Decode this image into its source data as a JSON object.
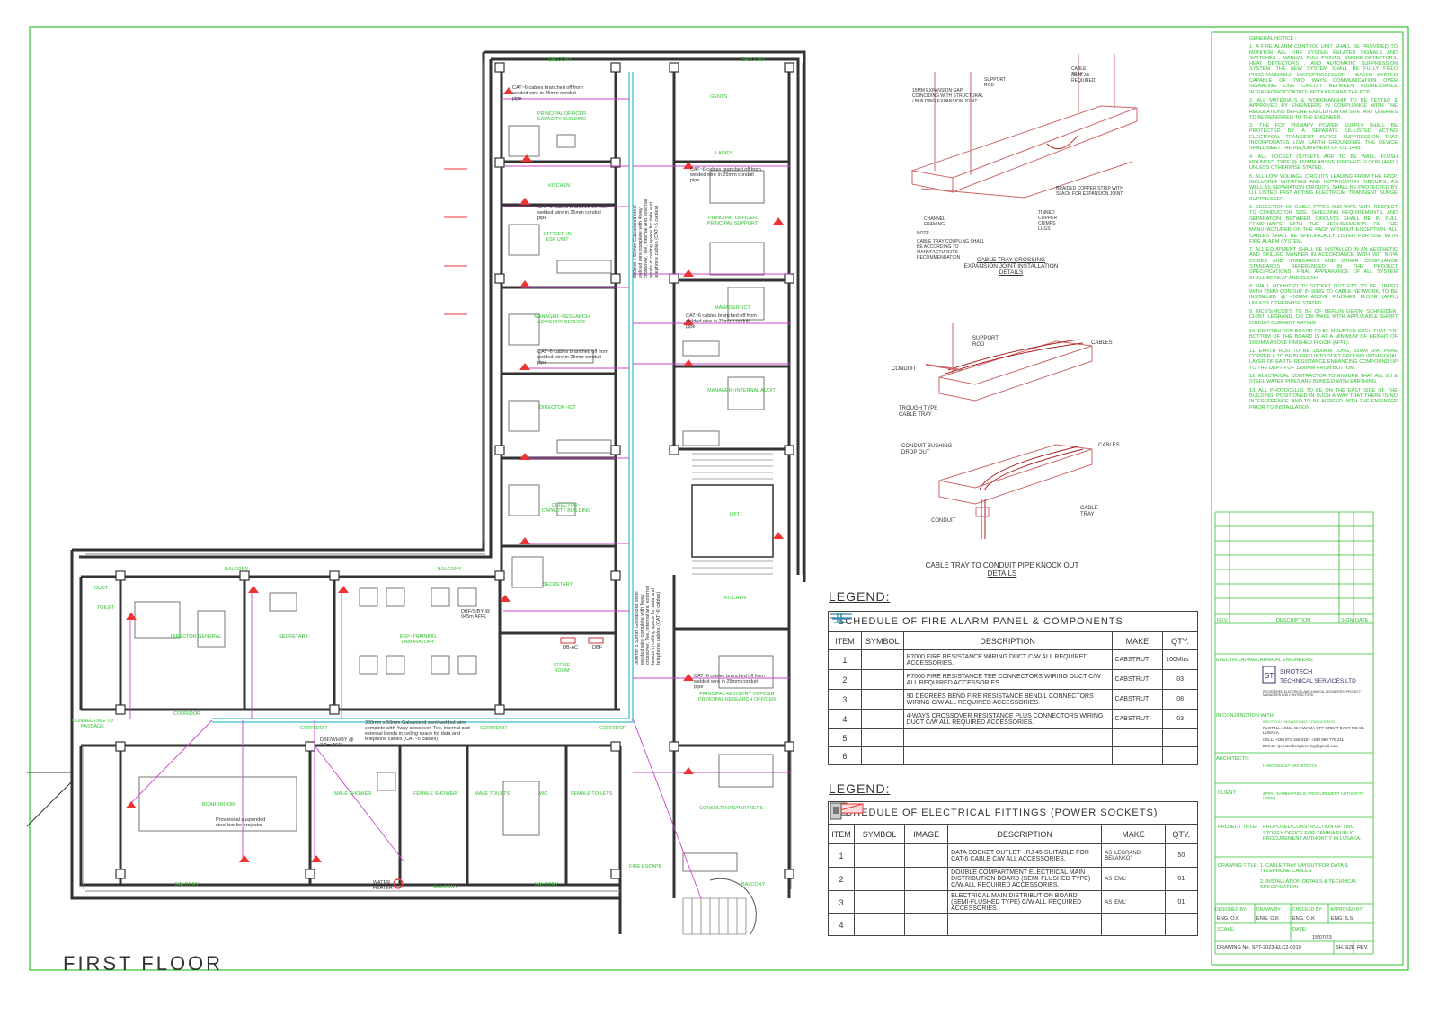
{
  "floor_title": "FIRST FLOOR",
  "rooms": {
    "balcony": "BALCONY",
    "corridor": "CORRIDOR",
    "gents": "GENTS",
    "ladies": "LADIES",
    "kitchen": "KITCHEN",
    "principal_officer_capacity": "PRINCIPAL OFFICER CAPACITY BUILDING",
    "principal_officer_support": "PRINCIPAL OFFICER PRINCIPAL SUPPORT",
    "officer_esp": "OFFICER IN ESP UNIT",
    "manager_research": "MANAGER~RESEARCH ADVISORY SERVICE",
    "manager_ict": "MANAGER~ICT",
    "manager_internal": "MANAGER~INTERNAL AUDIT",
    "director_ict": "DIRECTOR~ICT",
    "director_capacity": "DIRECTOR~ CAPACITY BUILDING",
    "lift": "LIFT",
    "secretary": "SECRETARY",
    "store": "STORE ROOM",
    "duct": "DUCT",
    "toilet": "TOILET",
    "director_general": "DIRECTOR GENERAL",
    "esp_training": "ESP~TRAINING LABORATORY",
    "principal_advisory": "PRINCIPAL ADVISORY OFFICER PRINCIPAL RESEARCH OFFICER",
    "consultants": "CONSULTANTS/PARTNERS",
    "boardroom": "BOARDROOM",
    "male_shower": "MALE SHOWER",
    "female_shower": "FEMALE SHOWER",
    "male_toilets": "MALE TOILETS",
    "wc": "WC",
    "female_toilets": "FEMALE TOILETS",
    "fire_escape": "FIRE ESCAPE",
    "connecting_passage": "CONNECTING TO PASSAGE"
  },
  "plan_notes": {
    "cat6_a": "CAT~6 cables branched off from welded wire in 25mm conduit pipe",
    "conduit_main": "300mm x 50mm Galvanized steel welded wire complete with 4way crossover, Tee, internal and external bends in ceiling space for data and telephone cables (CAT~6 cables)",
    "dbf": "DBF/S/BY @ 045m AFFL",
    "dbf2": "DBF/WH/BY @ 2.2m AFFL",
    "db_ac": "DB-AC",
    "dbf_lbl": "DBF",
    "projector": "Provisional suspended steel bar for projector",
    "water_heater": "WATER HEATER"
  },
  "detail1": {
    "support_rod": "SUPPORT ROD",
    "cable_tray": "CABLE TRAY",
    "cable_tray_size": "(SIZE AS REQUIRED)",
    "expansion_gap": "15MM EXPANSION GAP COINCIDING WITH STRUCTURAL / BUILDING EXPANSION JOINT",
    "braided": "BRAIDED COPPER STRIP WITH SLACK FOR EXPANSION JOINT",
    "tinned": "TINNED COPPER CRIMPS LUGS",
    "channel": "CHANNEL FRAMING",
    "note_head": "NOTE:",
    "note": "CABLE TRAY COUPLING SHALL BE ACCORDING TO MANUFACTURER'S RECOMMENDATION",
    "title": "CABLE TRAY CROSSING EXPANSION JOINT INSTALLATION DETAILS"
  },
  "detail2": {
    "support_rod": "SUPPORT ROD",
    "cables": "CABLES",
    "conduit": "CONDUIT",
    "trough": "TROUGH TYPE CABLE TRAY"
  },
  "detail3": {
    "bushing": "CONDUIT BUSHING DROP OUT",
    "cables": "CABLES",
    "cable_tray": "CABLE TRAY",
    "conduit": "CONDUIT",
    "title": "CABLE TRAY TO CONDUIT PIPE KNOCK OUT DETAILS"
  },
  "legend_label": "LEGEND:",
  "fire_schedule": {
    "title": "SCHEDULE OF FIRE ALARM PANEL & COMPONENTS",
    "headers": [
      "ITEM",
      "SYMBOL",
      "DESCRIPTION",
      "MAKE",
      "QTY."
    ],
    "rows": [
      {
        "item": "1",
        "desc": "P7000 FIRE RESISTANCE WIRING DUCT C/W ALL REQUIRED ACCESSORIES.",
        "make": "CABSTRUT",
        "qty": "100Mtrs"
      },
      {
        "item": "2",
        "desc": "P7000 FIRE RESISTANCE TEE CONNECTORS WIRING DUCT C/W ALL REQUIRED ACCESSORIES.",
        "make": "CABSTRUT",
        "qty": "03"
      },
      {
        "item": "3",
        "desc": "90 DEGREES BEND FIRE RESISTANCE BEND/L CONNECTORS WIRING C/W ALL REQUIRED ACCESSORIES.",
        "make": "CABSTRUT",
        "qty": "08"
      },
      {
        "item": "4",
        "desc": "4-WAYS CROSSOVER RESISTANCE PLUS CONNECTORS WIRING DUCT C/W ALL REQUIRED ACCESSORIES.",
        "make": "CABSTRUT",
        "qty": "03"
      },
      {
        "item": "5",
        "desc": "",
        "make": "",
        "qty": ""
      },
      {
        "item": "6",
        "desc": "",
        "make": "",
        "qty": ""
      }
    ]
  },
  "elec_schedule": {
    "title": "SCHEDULE OF ELECTRICAL FITTINGS (POWER SOCKETS)",
    "headers": [
      "ITEM",
      "SYMBOL",
      "IMAGE",
      "DESCRIPTION",
      "MAKE",
      "QTY."
    ],
    "rows": [
      {
        "item": "1",
        "desc": "DATA SOCKET OUTLET - RJ 45 SUITABLE FOR CAT-6 CABLE C/W ALL ACCESSORIES.",
        "make": "AS 'LEGRAND BELANKO'",
        "qty": "50"
      },
      {
        "item": "2",
        "desc": "DOUBLE COMPARTMENT ELECTRICAL MAIN DISTRIBUTION BOARD (SEMI-FLUSHED TYPE) C/W ALL REQUIRED ACCESSORIES.",
        "make": "AS 'EML'",
        "qty": "01"
      },
      {
        "item": "3",
        "desc": "ELECTRICAL MAIN DISTRIBUTION BOARD (SEMI-FLUSHED TYPE) C/W ALL REQUIRED ACCESSORIES.",
        "make": "AS 'EML'",
        "qty": "01"
      },
      {
        "item": "4",
        "desc": "",
        "make": "",
        "qty": ""
      }
    ]
  },
  "general_notice": {
    "title": "GENERAL NOTICE :",
    "items": [
      "1. A FIRE ALARM CONTROL UNIT SHALL BE PROVIDED TO MONITOR ALL FIRE SYSTEM RELATED SIGNALS AND SWITCHES , MANUAL PULL POINTS, SMOKE DETECTORS, HEAT DETECTORS , AND AUTOMATIC SUPPRESSION SYSTEM. THE NEW SYSTEM SHALL BE FULLY FIELD PROGRAMMABLE MICROPROCESSOR - BASED SYSTEM CAPABLE OF TWO WAYS COMMUNICATION OVER SIGNALING LINE CIRCUIT BETWEEN ADDRESSABLE INTERFACING/CONTROL MODULES AND THE FCP.",
      "2. ALL MATERIALS & WORKMANSHIP TO BE TESTED & APPROVED BY ENGINEERS IN COMPLIANCE WITH THE REGULATIONS BEFORE EXECUTION ON SITE. ANY QUERIES TO BE REFERRED TO THE ENGINEER.",
      "3. THE FCP PRIMARY POWER SUPPLY SHALL BE PROTECTED BY A SEPARATE UL-LISTED ACTING ELECTRICAL TRANSIENT SURGE SUPPRESSION THAT INCORPORATES LOW EARTH GROUNDING. THE DEVICE SHALL MEET THE REQUIREMENT OF U.L 1449.",
      "4. ALL SOCKET OUTLETS ARE TO BE WALL, FLUSH MOUNTED TYPE @ 450MM ABOVE FINISHED FLOOR (AFFL) UNLESS OTHERWISE STATED.",
      "5. ALL LOW VOLTAGE CIRCUITS LEADING FROM THE FACP, INCLUDING INITIATING AND NOTIFICATION CIRCUITS, AS WELL AS SEPARATION CIRCUITS, SHALL BE PROTECTED BY U.L LISTED FAST ACTING ELECTRICAL TRANSIENT SURGE SUPPRESSER.",
      "6. SELECTION OF CABLE TYPES AND WIRE WITH RESPECT TO CONDUCTOR SIZE, SHIELDING REQUIREMENTS, AND SEPARATION BETWEEN CIRCUITS SHALL BE IN FULL COMPLIANCE WITH THE REQUIREMENTS OF THE MANUFACTURER OF THE FACP WITHOUT EXCEPTION. ALL CABLES SHALL BE SPECIFICALLY LISTED FOR USE WITH FIRE ALARM SYSTEM.",
      "7. ALL EQUIPMENT SHALL BE INSTALLED IN AN AESTHETIC AND SKILLED MANNER IN ACCORDANCE WITH WIT NFPA CODES AND STANDARDS AND OTHER COMPLIANCE STANDARDS REFERENCED IN THE PROJECT SPECIFICATIONS. FINAL APPEARANCE OF ALL SYSTEM SHALL BE NEAT AND CLEAN.",
      "8. WALL MOUNTED TV SOCKET OUTLETS TO BE LINKED WITH 25MM CONDUIT IN RING TO CABLE NETWORK, TO BE INSTALLED @ 450MM ABOVE FINISHED FLOOR (AFFL) UNLESS OTHERWISE STATED.",
      "9. MCB'S/MCCB'S TO BE OF MERLIN GERIN, SCHNEIDER, CHINT, LEGRAND, OR CBI MAKE WITH APPLICABLE SHORT CIRCUIT CURRENT RATING.",
      "10. DISTRIBUTION BOARD TO BE MOUNTED SUCH THAT THE BOTTOM OF THE BOARD IS AT A MINIMUM OF HEIGHT OF 1600MM ABOVE FINISHED FLOOR (AFFL).",
      "11. EARTH ROD TO BE 1800MM LONG, 15MM DIA. PURE COPPER & TO BE BURIED INTO SOFT GROUND WITH EQUAL LAYER OF EARTH RESISTANCE ENHANCING COMPOUND UP TO THE DEPTH OF 1300MM FROM BOTTOM.",
      "12. ELECTRICAL CONTRACTOR TO ENSURE THAT ALL G.I & STEEL WATER PIPES ARE BONDED WITH EARTHING.",
      "13. ALL PHOTOCELLS TO BE ON THE EAST SIDE OF THE BUILDING, POSITIONED IN SUCH A WAY THAT THERE IS NO INTERFERENCE, AND TO BE AGREED WITH THE ENGINEER PRIOR TO INSTALLATION."
    ]
  },
  "title_block": {
    "rev": "REV.",
    "description": "DESCRIPTION",
    "sign": "SIGN",
    "date": "DATE",
    "engineers_label": "ELECTRICAL/MECHANICAL ENGINEERS:",
    "company_line1": "SIROTECH",
    "company_line2": "TECHNICAL SERVICES LTD",
    "company_small": "REGISTERED ELECTRICAL/MECHANICAL ENGINEERS, PROJECT MANAGERS AND CONTRACTORS",
    "conjunction": "IN CONJUNCTION WITH:",
    "partner": "SIROTECH ENGINEERING CONSULTANTS",
    "plot": "PLOT No. 10424 CHAWAMA OFF GREAT EAST ROAD, LUSAKA.",
    "cell": "CELL: +260 972 150 019 / +260 969 779 211",
    "email": "EMAIL: sjenotechengineering@gmail.com",
    "architects_label": "ARCHITECTS:",
    "architects": "HABCONSULT ARCHITECTS",
    "client_label": "CLIENT:",
    "client": "ZPPA - ZAMBIA PUBLIC PROCUREMENT AUTHORITY (ZPPA)",
    "project_label": "PROJECT TITLE:",
    "project": "PROPOSED CONSTRUCTION OF TWO STOREY OFFICE FOR ZAMBIA PUBLIC PROCUREMENT AUTHORITY IN LUSAKA.",
    "drawing_label": "DRAWING TITLE:",
    "drawing1": "1. CABLE TRAY LAYOUT FOR DATA & TELEPHONE CABLES",
    "drawing2": "2. INSTALLATION DETAILS & TECHNICAL SPECIFICATION",
    "designed_by": "DESIGNED BY:",
    "drawn_by": "DRAWN BY:",
    "checked_by": "CHECKED BY:",
    "approved_by": "APPROVED BY:",
    "designed": "ENG. O.K",
    "drawn": "ENG. O.K",
    "checked": "ENG. O.K",
    "approved": "ENG. S.S",
    "scale": "SCALE:",
    "date_label": "DATE:",
    "date_value": "15/07/23",
    "drawing_no": "DRAWING No. SPT-2023-ELC2-0010",
    "sh_size": "SH.SIZE",
    "rev2": "REV."
  },
  "colors": {
    "green": "#2ec12e",
    "pink": "#c33",
    "wall": "#333",
    "magenta": "#c4c",
    "cyan": "#5bc8d8"
  }
}
